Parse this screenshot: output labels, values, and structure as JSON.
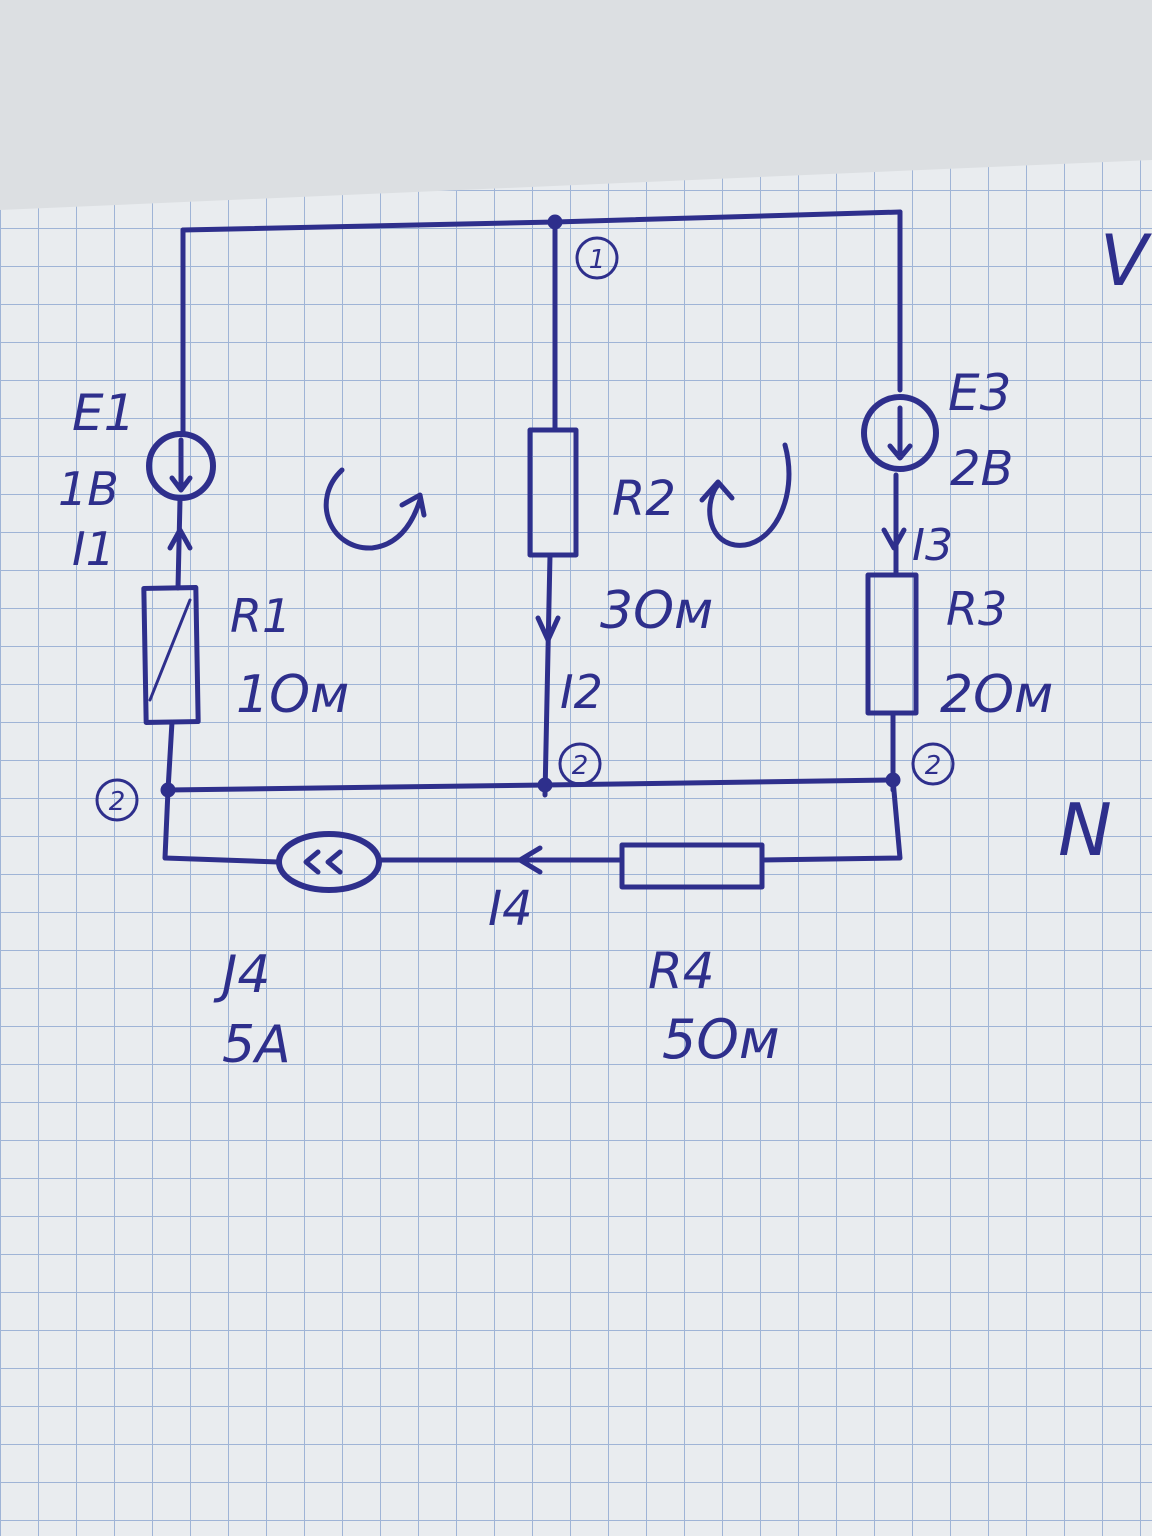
{
  "colors": {
    "ink": "#2e2f8c",
    "paper": "#e9ecef",
    "grid": "#9fb4d6",
    "background": "#d3d6d8"
  },
  "nodes": {
    "top": "1",
    "bottom": "2"
  },
  "e1": {
    "name": "E1",
    "value": "1B"
  },
  "e3": {
    "name": "E3",
    "value": "2B"
  },
  "r1": {
    "name": "R1",
    "value": "1Ом"
  },
  "r2": {
    "name": "R2",
    "value": "3Ом"
  },
  "r3": {
    "name": "R3",
    "value": "2Ом"
  },
  "r4": {
    "name": "R4",
    "value": "5Ом"
  },
  "j4": {
    "name": "J4",
    "value": "5A"
  },
  "currents": {
    "i1": "I1",
    "i2": "I2",
    "i3": "I3",
    "i4": "I4"
  },
  "edge_marks": {
    "top_right": "V",
    "right": "N"
  },
  "icons": [
    "loop-arrow-icon",
    "current-arrow-icon",
    "voltage-source-icon",
    "current-source-icon"
  ]
}
